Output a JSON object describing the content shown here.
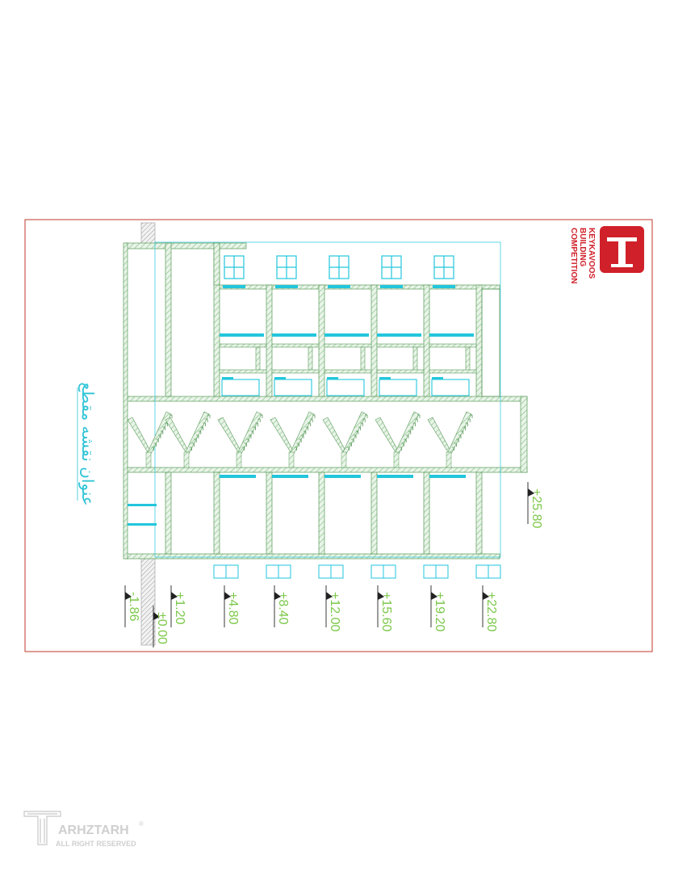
{
  "drawing": {
    "title": "عنوان نقشه مقطع",
    "logo_lines": [
      "KEYKAVOOS",
      "BUILDING",
      "COMPETITION"
    ],
    "logo_icon": "t-column-icon",
    "level_markers": [
      "-1.86",
      "±0.00",
      "+1.20",
      "+4.80",
      "+8.40",
      "+12.00",
      "+15.60",
      "+19.20",
      "+22.80",
      "+25.80"
    ],
    "colors": {
      "frame": "#c0392b",
      "wall_green": "#6fb06f",
      "wall_fill": "#e9f4e9",
      "cyan": "#22c6dc",
      "level_text": "#7cc84a",
      "logo_red": "#d0202a"
    }
  },
  "watermark": {
    "brand": "ARHZTARH",
    "tagline": "ALL RIGHT RESERVED",
    "symbol": "®"
  }
}
